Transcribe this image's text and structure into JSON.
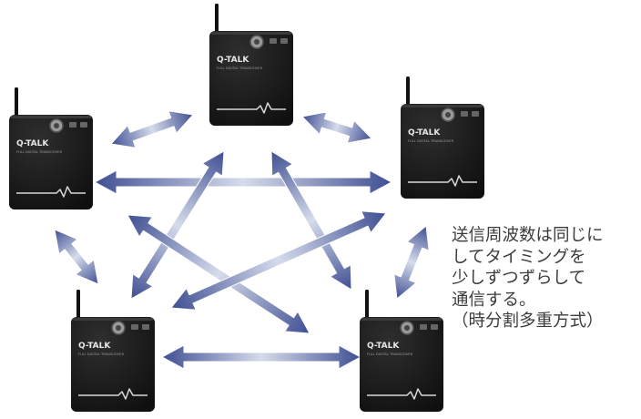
{
  "diagram": {
    "devices": [
      {
        "id": "top",
        "logo": "Q-TALK",
        "subtitle": "FULL DIGITAL TRANSCEIVER"
      },
      {
        "id": "left",
        "logo": "Q-TALK",
        "subtitle": "FULL DIGITAL TRANSCEIVER"
      },
      {
        "id": "right",
        "logo": "Q-TALK",
        "subtitle": "FULL DIGITAL TRANSCEIVER"
      },
      {
        "id": "bottom-left",
        "logo": "Q-TALK",
        "subtitle": "FULL DIGITAL TRANSCEIVER"
      },
      {
        "id": "bottom-right",
        "logo": "Q-TALK",
        "subtitle": "FULL DIGITAL TRANSCEIVER"
      }
    ],
    "links": [
      [
        "top",
        "left"
      ],
      [
        "top",
        "right"
      ],
      [
        "left",
        "right"
      ],
      [
        "left",
        "bottom-left"
      ],
      [
        "right",
        "bottom-right"
      ],
      [
        "bottom-left",
        "bottom-right"
      ],
      [
        "top",
        "bottom-left"
      ],
      [
        "top",
        "bottom-right"
      ],
      [
        "left",
        "bottom-right"
      ],
      [
        "right",
        "bottom-left"
      ]
    ],
    "caption_lines": [
      "送信周波数は同じに",
      "してタイミングを",
      "少しずつずらして",
      "通信する。",
      "（時分割多重方式）"
    ]
  },
  "colors": {
    "arrow_dark": "#3f4f92",
    "arrow_light": "#d6dcec",
    "device_body": "#1b1b1b",
    "caption_text": "#3c3c3c"
  }
}
